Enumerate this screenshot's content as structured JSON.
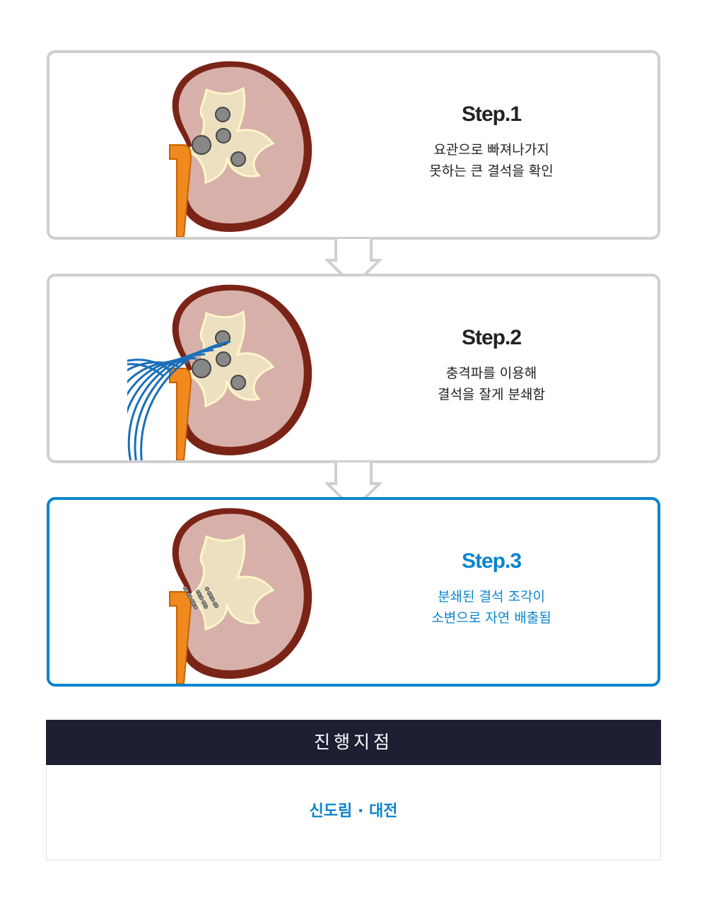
{
  "steps": [
    {
      "title": "Step.1",
      "line1": "요관으로 빠져나가지",
      "line2": "못하는 큰 결석을 확인",
      "state": "stones"
    },
    {
      "title": "Step.2",
      "line1": "충격파를 이용해",
      "line2": "결석을 잘게 분쇄함",
      "state": "shockwave"
    },
    {
      "title": "Step.3",
      "line1": "분쇄된 결석 조각이",
      "line2": "소변으로 자연 배출됨",
      "state": "fragments"
    }
  ],
  "locations": {
    "title": "진행지점",
    "value": "신도림 · 대전"
  },
  "colors": {
    "active": "#0a84cf",
    "border": "#cfcfcf",
    "header": "#1d2033"
  }
}
